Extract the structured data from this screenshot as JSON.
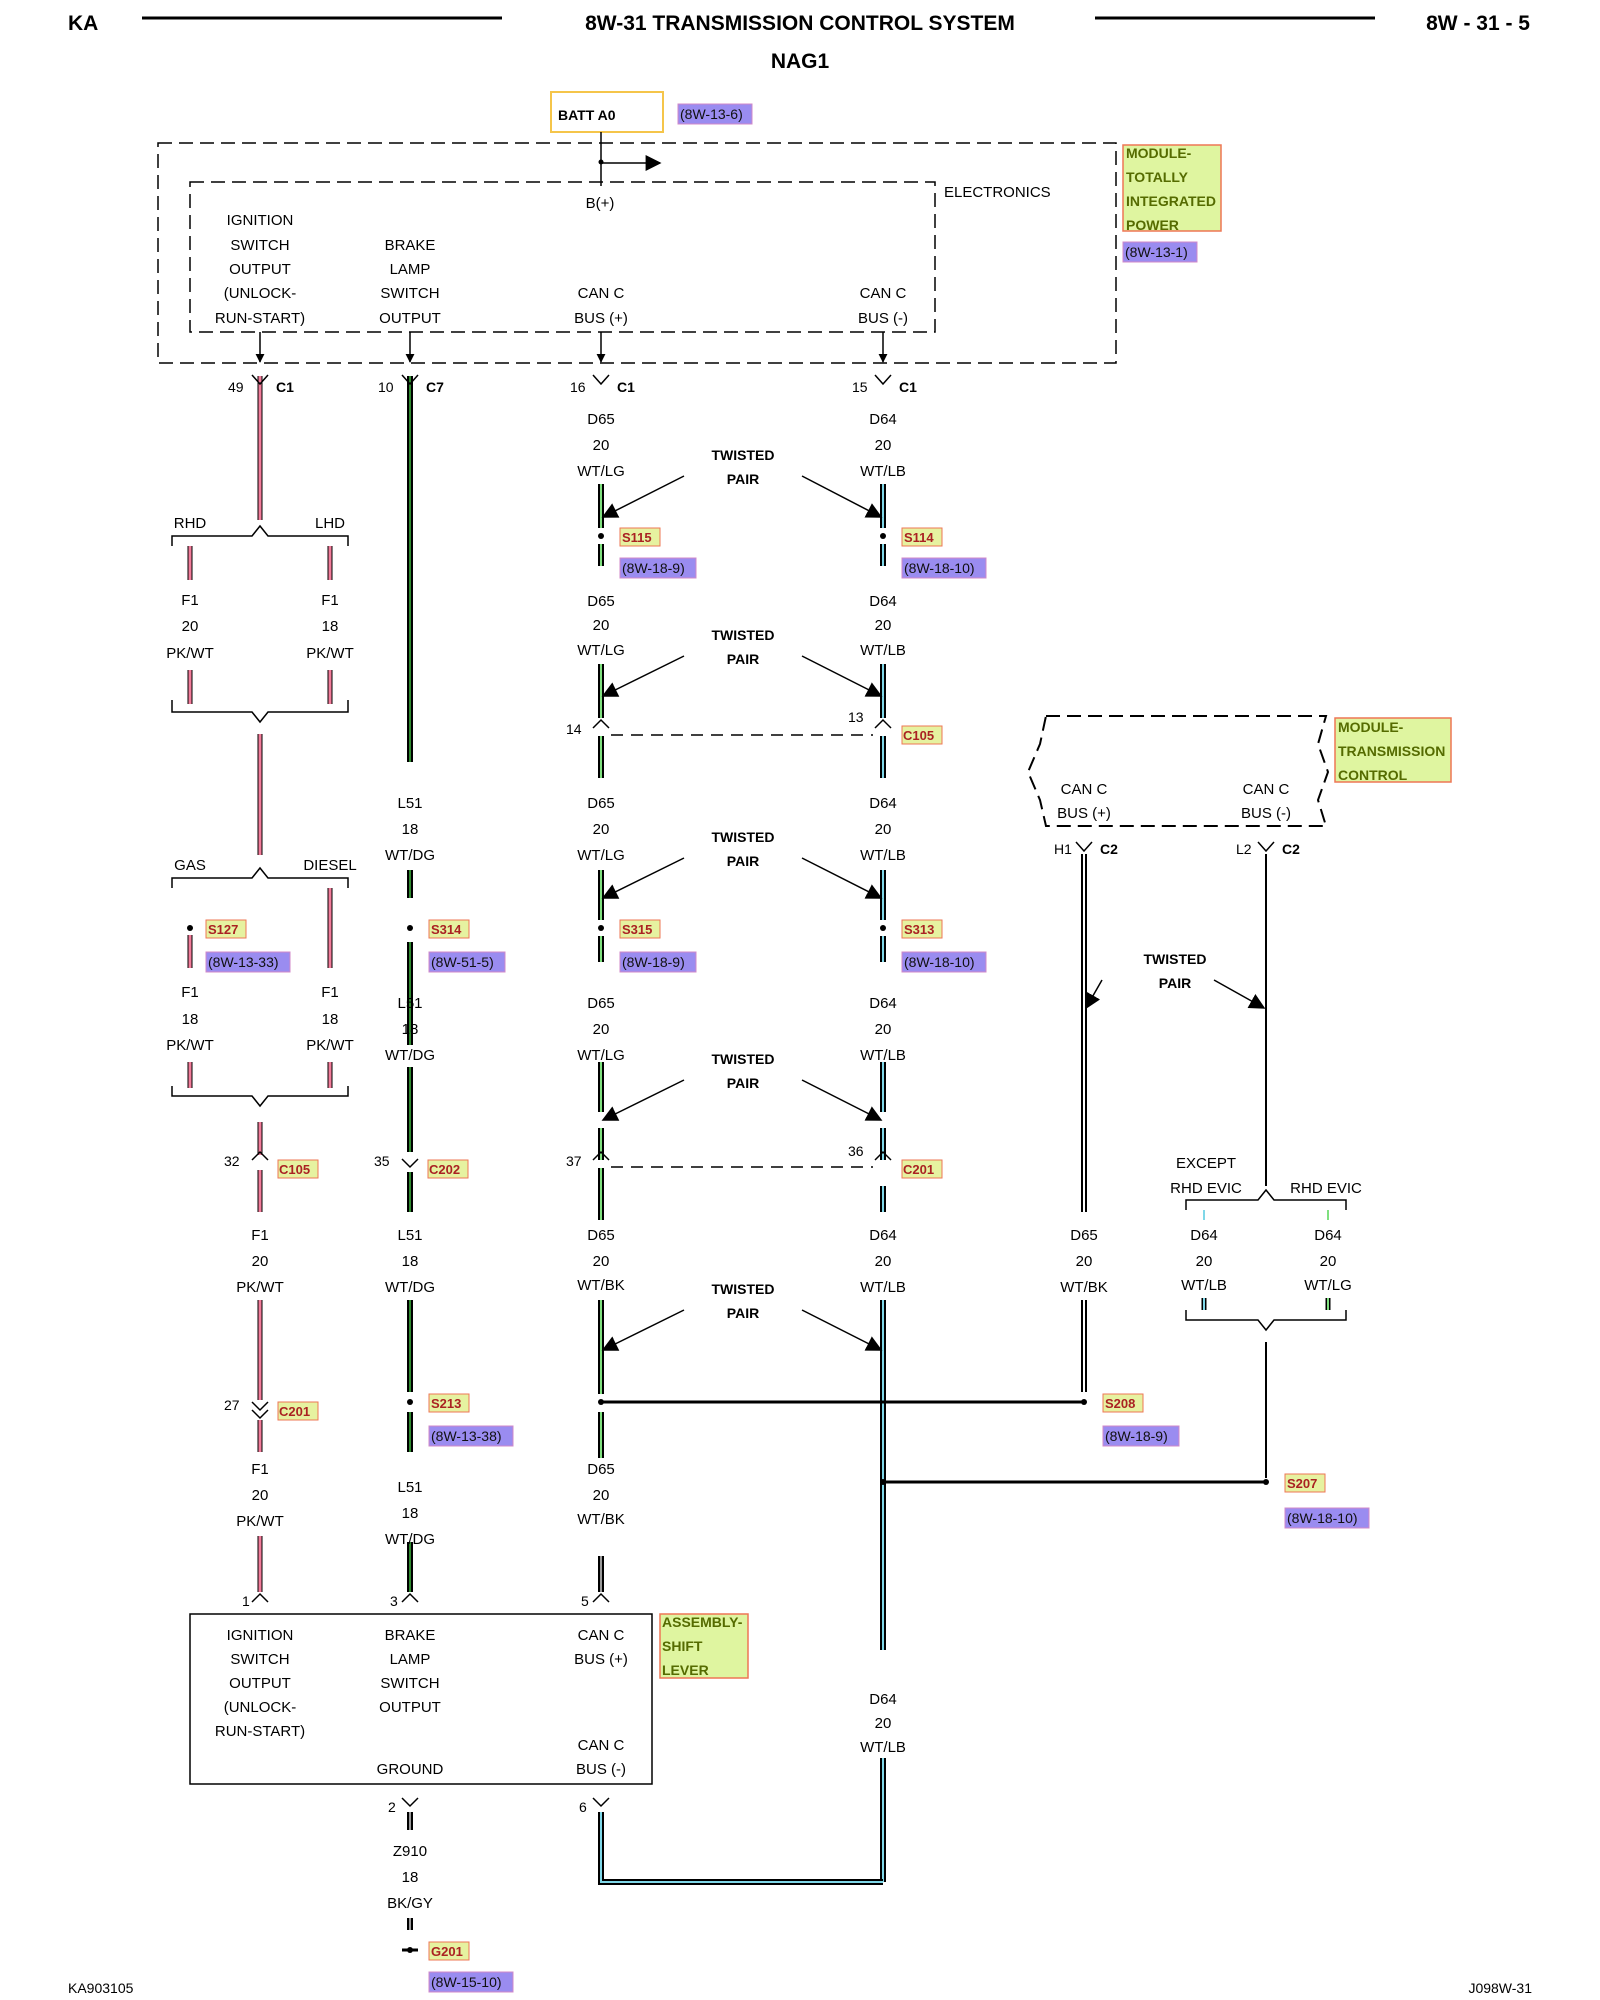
{
  "header": {
    "left": "KA",
    "title": "8W-31 TRANSMISSION CONTROL SYSTEM",
    "subtitle": "NAG1",
    "right": "8W - 31 - 5"
  },
  "footer": {
    "left": "KA903105",
    "right": "J098W-31"
  },
  "colors": {
    "pk": "#f27c9a",
    "lg": "#7fe07f",
    "dg": "#2f8a2f",
    "lb": "#7fd7e8",
    "gy": "#9a9a9a",
    "comp_fill": "#dff5a0",
    "ref_fill": "#9a8cf0"
  },
  "top": {
    "batt_label": "BATT A0",
    "batt_ref": "(8W-13-6)",
    "tipm_name": [
      "MODULE-",
      "TOTALLY",
      "INTEGRATED",
      "POWER"
    ],
    "tipm_ref": "(8W-13-1)",
    "electronics": "ELECTRONICS",
    "bplus": "B(+)",
    "ign_label": [
      "IGNITION",
      "SWITCH",
      "OUTPUT",
      "(UNLOCK-",
      "RUN-START)"
    ],
    "brake_label": [
      "BRAKE",
      "LAMP",
      "SWITCH",
      "OUTPUT"
    ],
    "canp_label": [
      "CAN C",
      "BUS (+)"
    ],
    "canm_label": [
      "CAN C",
      "BUS (-)"
    ]
  },
  "pins": {
    "p49": "49",
    "c1a": "C1",
    "p10": "10",
    "c7": "C7",
    "p16": "16",
    "c1b": "C1",
    "p15": "15",
    "c1c": "C1",
    "p14": "14",
    "p13": "13",
    "c105a": "C105",
    "p32": "32",
    "c105b": "C105",
    "p35": "35",
    "c202": "C202",
    "p37": "37",
    "p36": "36",
    "c201a": "C201",
    "p27": "27",
    "c201b": "C201",
    "h1": "H1",
    "c2a": "C2",
    "l2": "L2",
    "c2b": "C2",
    "p1": "1",
    "p3": "3",
    "p5": "5",
    "p2": "2",
    "p6": "6"
  },
  "wires": {
    "f1": "F1",
    "d65": "D65",
    "d64": "D64",
    "l51": "L51",
    "z910": "Z910",
    "g20": "20",
    "g18": "18",
    "pkwt": "PK/WT",
    "wtlg": "WT/LG",
    "wtlb": "WT/LB",
    "wtdg": "WT/DG",
    "wtbk": "WT/BK",
    "bkgy": "BK/GY"
  },
  "options": {
    "rhd": "RHD",
    "lhd": "LHD",
    "gas": "GAS",
    "diesel": "DIESEL",
    "except_1": "EXCEPT",
    "except_2": "RHD EVIC",
    "rhd_evic": "RHD EVIC"
  },
  "twisted": [
    "TWISTED",
    "PAIR"
  ],
  "splices": {
    "s115": "S115",
    "s115_ref": "(8W-18-9)",
    "s114": "S114",
    "s114_ref": "(8W-18-10)",
    "s127": "S127",
    "s127_ref": "(8W-13-33)",
    "s314": "S314",
    "s314_ref": "(8W-51-5)",
    "s315": "S315",
    "s315_ref": "(8W-18-9)",
    "s313": "S313",
    "s313_ref": "(8W-18-10)",
    "s213": "S213",
    "s213_ref": "(8W-13-38)",
    "s208": "S208",
    "s208_ref": "(8W-18-9)",
    "s207": "S207",
    "s207_ref": "(8W-18-10)",
    "g201": "G201",
    "g201_ref": "(8W-15-10)"
  },
  "tcm": {
    "name": [
      "MODULE-",
      "TRANSMISSION",
      "CONTROL"
    ],
    "canp": [
      "CAN C",
      "BUS (+)"
    ],
    "canm": [
      "CAN C",
      "BUS (-)"
    ]
  },
  "shifter": {
    "name": [
      "ASSEMBLY-",
      "SHIFT",
      "LEVER"
    ],
    "ign": [
      "IGNITION",
      "SWITCH",
      "OUTPUT",
      "(UNLOCK-",
      "RUN-START)"
    ],
    "brake": [
      "BRAKE",
      "LAMP",
      "SWITCH",
      "OUTPUT"
    ],
    "ground": "GROUND",
    "canp": [
      "CAN C",
      "BUS (+)"
    ],
    "canm": [
      "CAN C",
      "BUS (-)"
    ]
  }
}
